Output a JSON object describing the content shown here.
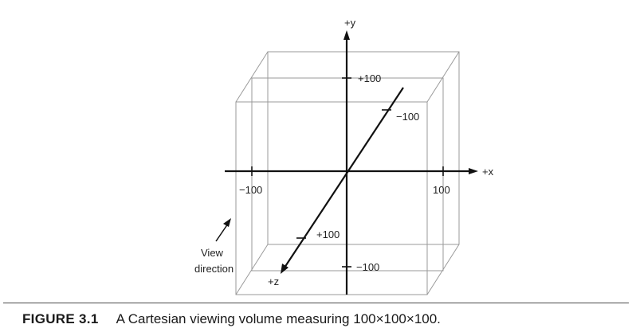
{
  "figure": {
    "axis_labels": {
      "y_plus": "+y",
      "x_plus": "+x",
      "z_plus": "+z"
    },
    "tick_labels": {
      "y_pos": "+100",
      "z_neg": "−100",
      "x_neg": "−100",
      "x_pos": "100",
      "z_pos": "+100",
      "y_neg": "−100"
    },
    "view_direction": {
      "line1": "View",
      "line2": "direction"
    }
  },
  "caption": {
    "label": "FIGURE 3.1",
    "text": "A Cartesian viewing volume measuring 100×100×100."
  },
  "colors": {
    "box_edges": "#9a9a9a",
    "axes": "#111111",
    "text": "#222222"
  }
}
